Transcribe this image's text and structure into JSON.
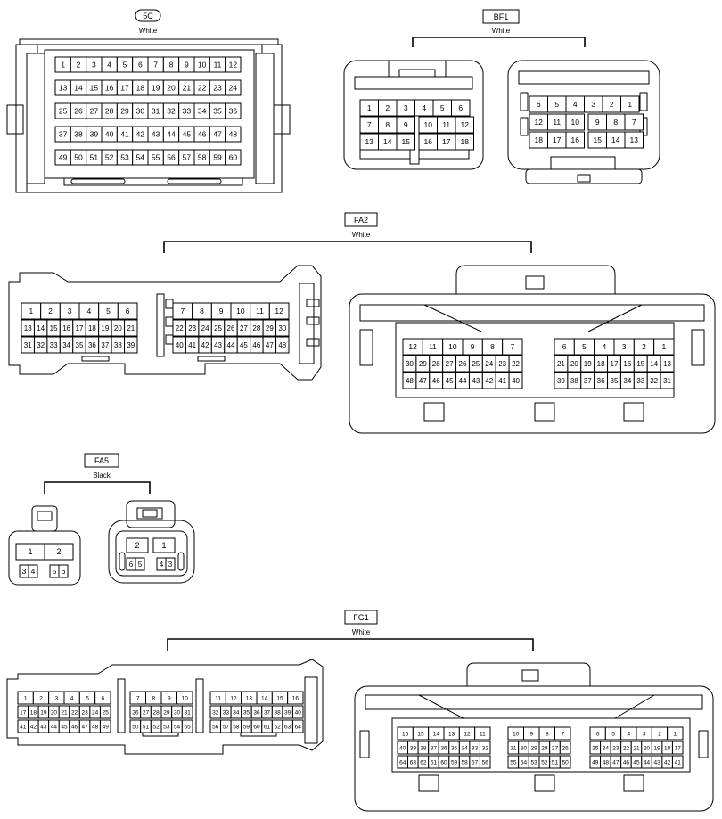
{
  "connectors": [
    {
      "id": "5C",
      "color": "White",
      "shape": "oval-tag",
      "grid": {
        "rows": [
          [
            "1",
            "2",
            "3",
            "4",
            "5",
            "6",
            "7",
            "8",
            "9",
            "10",
            "11",
            "12"
          ],
          [
            "13",
            "14",
            "15",
            "16",
            "17",
            "18",
            "19",
            "20",
            "21",
            "22",
            "23",
            "24"
          ],
          [
            "25",
            "26",
            "27",
            "28",
            "29",
            "30",
            "31",
            "32",
            "33",
            "34",
            "35",
            "36"
          ],
          [
            "37",
            "38",
            "39",
            "40",
            "41",
            "42",
            "43",
            "44",
            "45",
            "46",
            "47",
            "48"
          ],
          [
            "49",
            "50",
            "51",
            "52",
            "53",
            "54",
            "55",
            "56",
            "57",
            "58",
            "59",
            "60"
          ]
        ]
      }
    },
    {
      "id": "BF1",
      "color": "White",
      "shape": "box-tag",
      "female": {
        "rows": [
          [
            "1",
            "2",
            "3",
            "4",
            "5",
            "6"
          ],
          [
            "7",
            "8",
            "9",
            "10",
            "11",
            "12"
          ],
          [
            "13",
            "14",
            "15",
            "16",
            "17",
            "18"
          ]
        ]
      },
      "male": {
        "rows": [
          [
            "6",
            "5",
            "4",
            "3",
            "2",
            "1"
          ],
          [
            "12",
            "11",
            "10",
            "9",
            "8",
            "7"
          ],
          [
            "18",
            "17",
            "16",
            "15",
            "14",
            "13"
          ]
        ]
      }
    },
    {
      "id": "FA2",
      "color": "White",
      "shape": "box-tag",
      "female_left": {
        "rows": [
          [
            "1",
            "2",
            "3",
            "4",
            "5",
            "6"
          ],
          [
            "13",
            "14",
            "15",
            "16",
            "17",
            "18",
            "19",
            "20",
            "21"
          ],
          [
            "31",
            "32",
            "33",
            "34",
            "35",
            "36",
            "37",
            "38",
            "39"
          ]
        ]
      },
      "female_right": {
        "rows": [
          [
            "7",
            "8",
            "9",
            "10",
            "11",
            "12"
          ],
          [
            "22",
            "23",
            "24",
            "25",
            "26",
            "27",
            "28",
            "29",
            "30"
          ],
          [
            "40",
            "41",
            "42",
            "43",
            "44",
            "45",
            "46",
            "47",
            "48"
          ]
        ]
      },
      "male_left": {
        "rows": [
          [
            "12",
            "11",
            "10",
            "9",
            "8",
            "7"
          ],
          [
            "30",
            "29",
            "28",
            "27",
            "26",
            "25",
            "24",
            "23",
            "22"
          ],
          [
            "48",
            "47",
            "46",
            "45",
            "44",
            "43",
            "42",
            "41",
            "40"
          ]
        ]
      },
      "male_right": {
        "rows": [
          [
            "6",
            "5",
            "4",
            "3",
            "2",
            "1"
          ],
          [
            "21",
            "20",
            "19",
            "18",
            "17",
            "16",
            "15",
            "14",
            "13"
          ],
          [
            "39",
            "38",
            "37",
            "36",
            "35",
            "34",
            "33",
            "32",
            "31"
          ]
        ]
      }
    },
    {
      "id": "FA5",
      "color": "Black",
      "shape": "box-tag",
      "female": {
        "top": [
          "1",
          "2"
        ],
        "bottom": [
          "3",
          "4",
          "5",
          "6"
        ]
      },
      "male": {
        "top": [
          "2",
          "1"
        ],
        "bottom": [
          "6",
          "5",
          "4",
          "3"
        ]
      }
    },
    {
      "id": "FG1",
      "color": "White",
      "shape": "box-tag",
      "female_a": {
        "rows": [
          [
            "1",
            "2",
            "3",
            "4",
            "5",
            "6"
          ],
          [
            "17",
            "18",
            "19",
            "20",
            "21",
            "22",
            "23",
            "24",
            "25"
          ],
          [
            "41",
            "42",
            "43",
            "44",
            "45",
            "46",
            "47",
            "48",
            "49"
          ]
        ]
      },
      "female_b": {
        "rows": [
          [
            "7",
            "8",
            "9",
            "10"
          ],
          [
            "26",
            "27",
            "28",
            "29",
            "30",
            "31"
          ],
          [
            "50",
            "51",
            "52",
            "53",
            "54",
            "55"
          ]
        ]
      },
      "female_c": {
        "rows": [
          [
            "11",
            "12",
            "13",
            "14",
            "15",
            "16"
          ],
          [
            "32",
            "33",
            "34",
            "35",
            "36",
            "37",
            "38",
            "39",
            "40"
          ],
          [
            "56",
            "57",
            "58",
            "59",
            "60",
            "61",
            "62",
            "63",
            "64"
          ]
        ]
      },
      "male_a": {
        "rows": [
          [
            "16",
            "15",
            "14",
            "13",
            "12",
            "11"
          ],
          [
            "40",
            "39",
            "38",
            "37",
            "36",
            "35",
            "34",
            "33",
            "32"
          ],
          [
            "64",
            "63",
            "62",
            "61",
            "60",
            "59",
            "58",
            "57",
            "56"
          ]
        ]
      },
      "male_b": {
        "rows": [
          [
            "10",
            "9",
            "8",
            "7"
          ],
          [
            "31",
            "30",
            "29",
            "28",
            "27",
            "26"
          ],
          [
            "55",
            "54",
            "53",
            "52",
            "51",
            "50"
          ]
        ]
      },
      "male_c": {
        "rows": [
          [
            "6",
            "5",
            "4",
            "3",
            "2",
            "1"
          ],
          [
            "25",
            "24",
            "23",
            "22",
            "21",
            "20",
            "19",
            "18",
            "17"
          ],
          [
            "49",
            "48",
            "47",
            "46",
            "45",
            "44",
            "43",
            "42",
            "41"
          ]
        ]
      }
    }
  ]
}
